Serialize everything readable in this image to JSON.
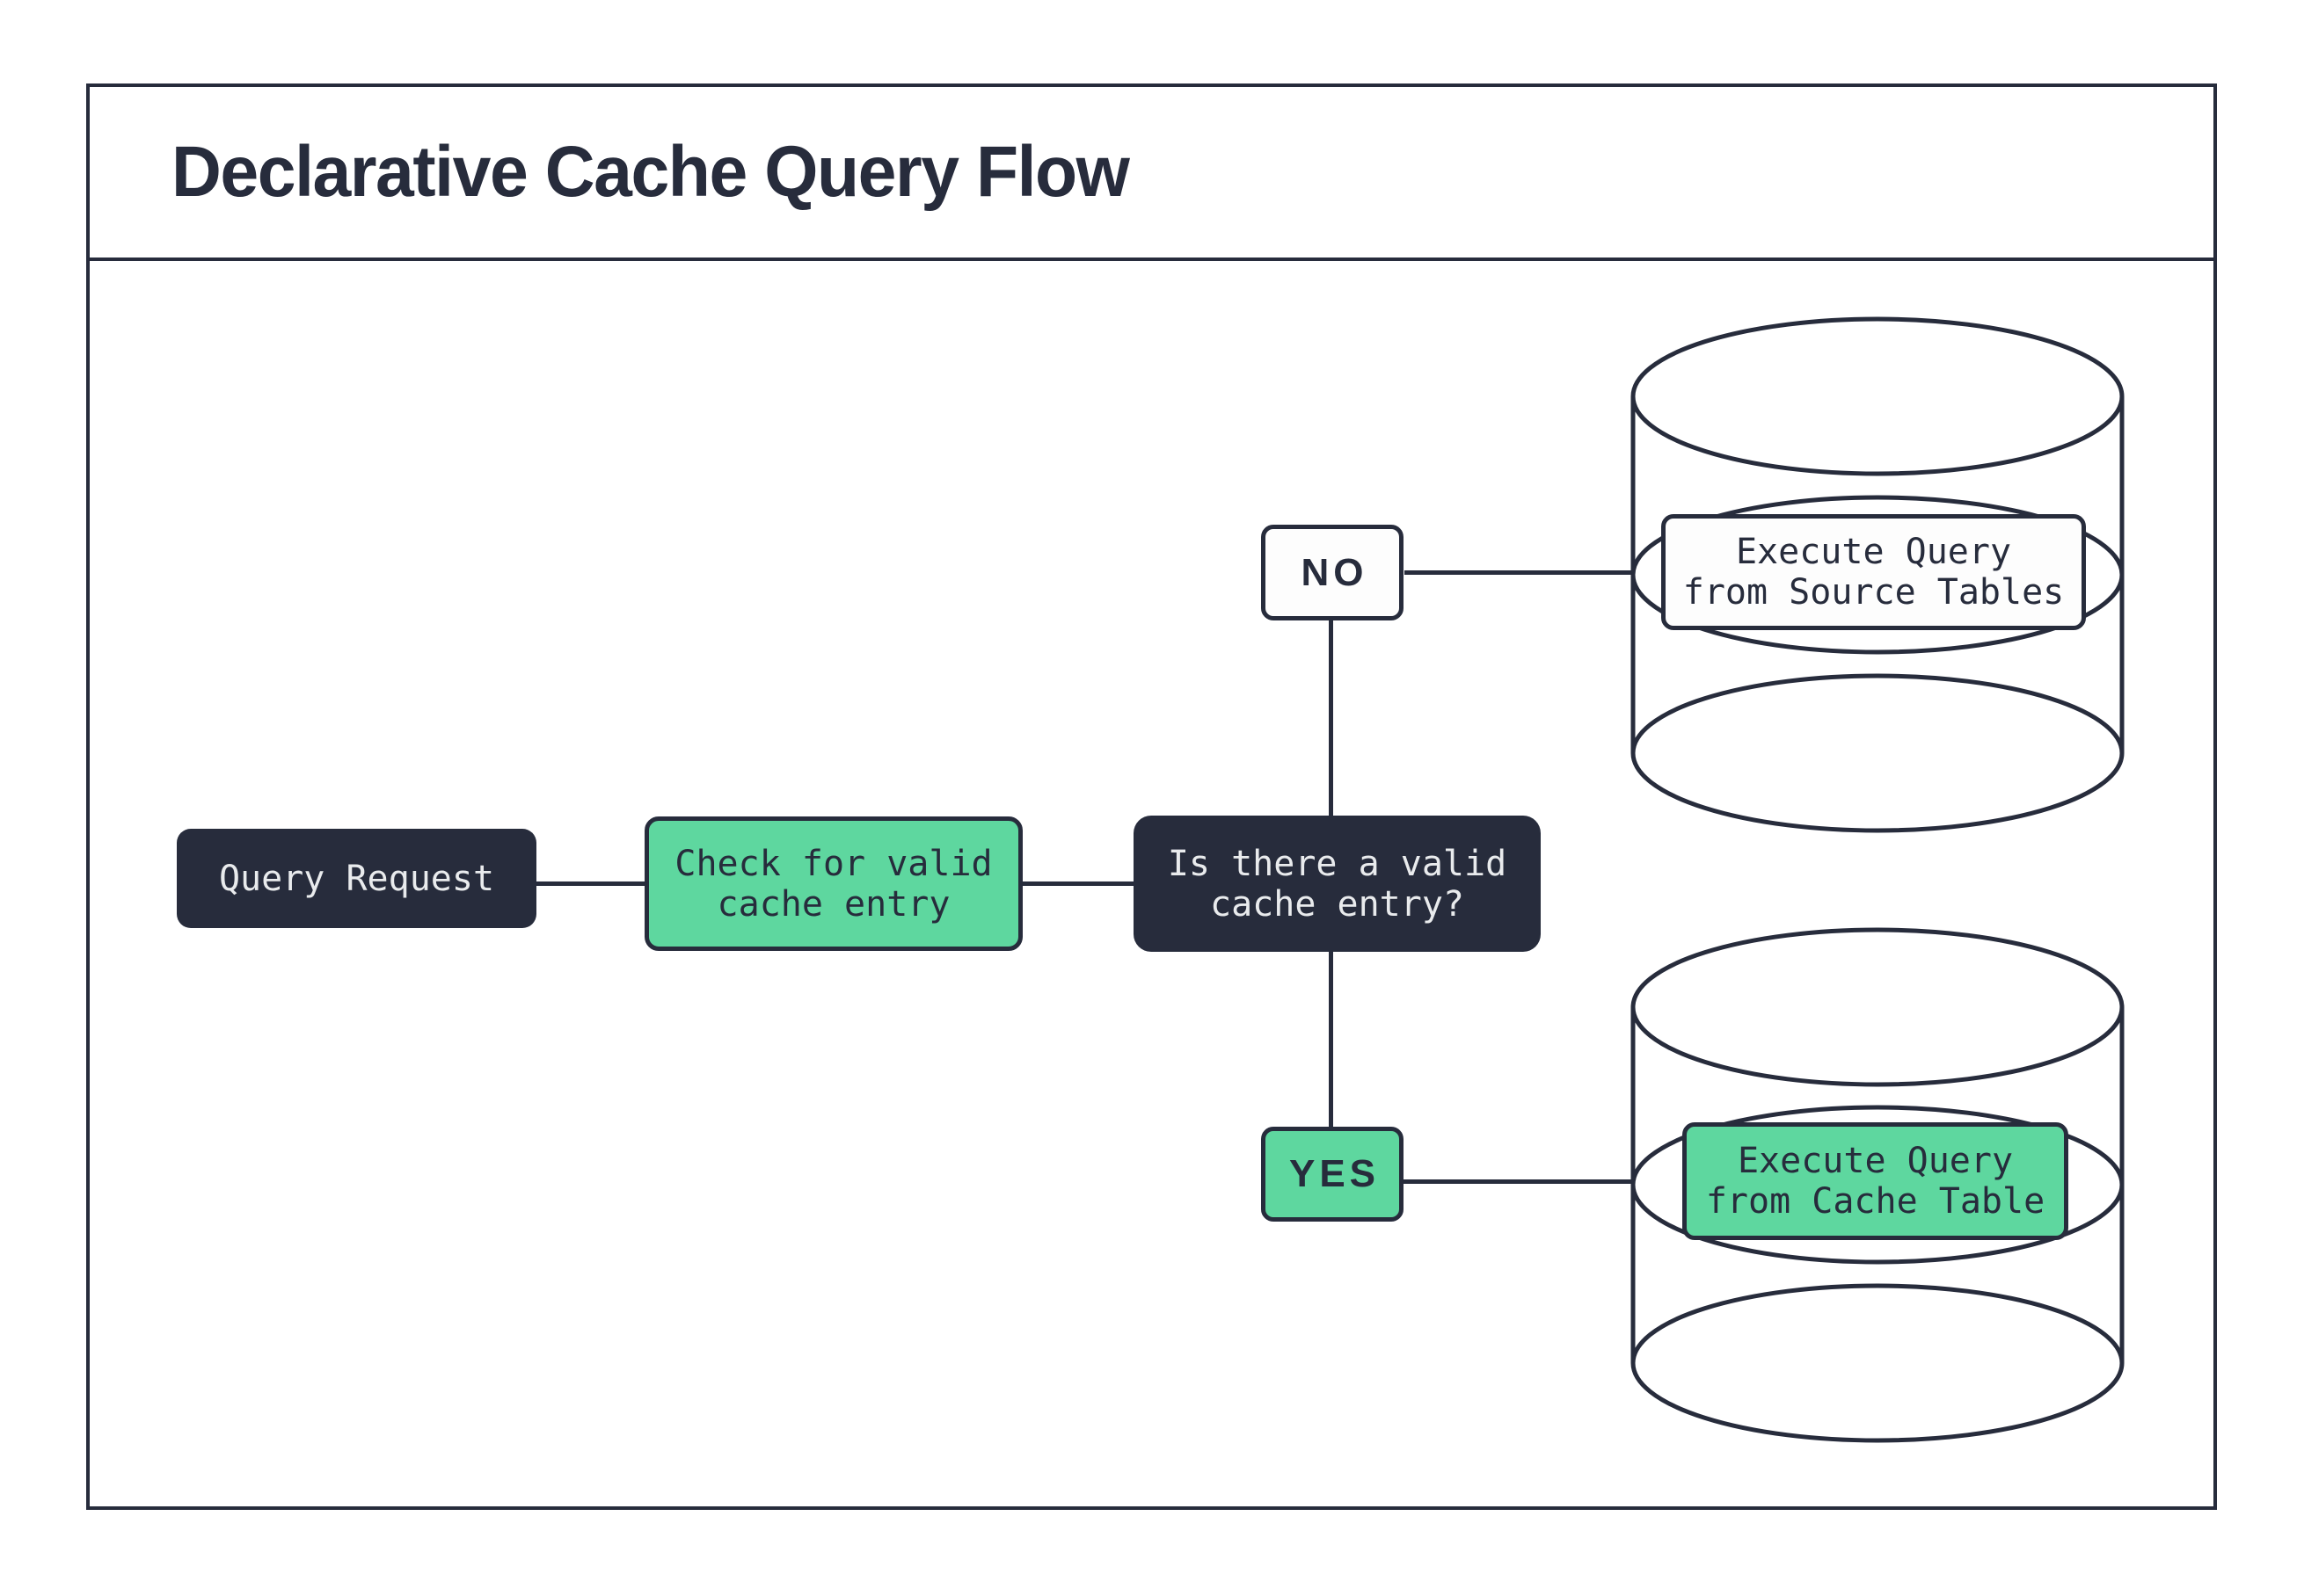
{
  "title": "Declarative Cache Query Flow",
  "colors": {
    "dark_navy": "#272c3c",
    "accent_green": "#5ed79f",
    "node_text_light": "#e9ebed",
    "background": "#ffffff"
  },
  "nodes": {
    "query_request": {
      "label": "Query Request"
    },
    "check_cache": {
      "label": "Check for valid\ncache entry"
    },
    "decision": {
      "label": "Is there a valid\ncache entry?"
    },
    "no_branch": {
      "label": "NO"
    },
    "yes_branch": {
      "label": "YES"
    },
    "source_db": {
      "label": "Execute Query\nfrom Source Tables"
    },
    "cache_db": {
      "label": "Execute Query\nfrom Cache Table"
    }
  }
}
